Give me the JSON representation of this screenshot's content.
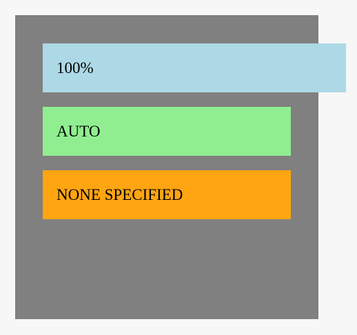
{
  "boxes": [
    {
      "label": "100%",
      "color": "#add8e6"
    },
    {
      "label": "AUTO",
      "color": "#90ee90"
    },
    {
      "label": "NONE SPECIFIED",
      "color": "#ffa511"
    }
  ],
  "colors": {
    "page_background": "#f7f7f7",
    "container_background": "#808080"
  }
}
